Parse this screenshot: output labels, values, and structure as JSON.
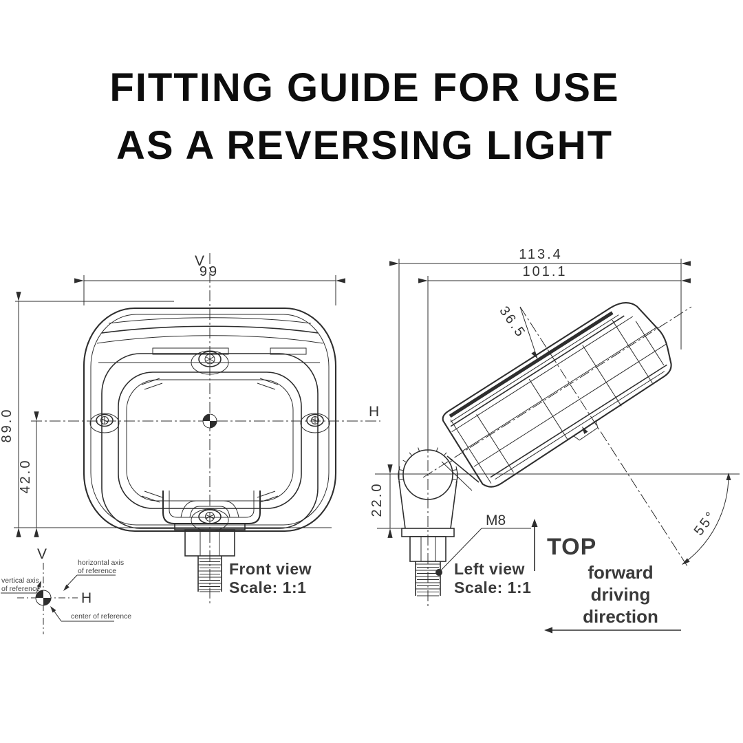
{
  "title": {
    "line1": "FITTING GUIDE FOR USE",
    "line2": "AS A REVERSING LIGHT"
  },
  "front_view": {
    "label": "Front view",
    "scale_label": "Scale:  1:1",
    "dim_width": "99",
    "dim_height": "89.0",
    "dim_center_height": "42.0",
    "axis_v": "V",
    "axis_h": "H"
  },
  "left_view": {
    "label": "Left view",
    "scale_label": "Scale:  1:1",
    "dim_overall_length": "113.4",
    "dim_body_length": "101.1",
    "dim_thickness": "36.5",
    "dim_bracket_height": "22.0",
    "dim_angle": "55°",
    "thread_label": "M8",
    "top_label": "TOP",
    "direction_lines": [
      "forward",
      "driving",
      "direction"
    ]
  },
  "reference_legend": {
    "axis_v": "V",
    "axis_h": "H",
    "vertical_label_line1": "vertical axis",
    "vertical_label_line2": "of reference",
    "horizontal_label_line1": "horizontal axis",
    "horizontal_label_line2": "of reference",
    "center_label": "center of reference"
  },
  "colors": {
    "ink": "#2e2e2e",
    "background": "#ffffff"
  }
}
